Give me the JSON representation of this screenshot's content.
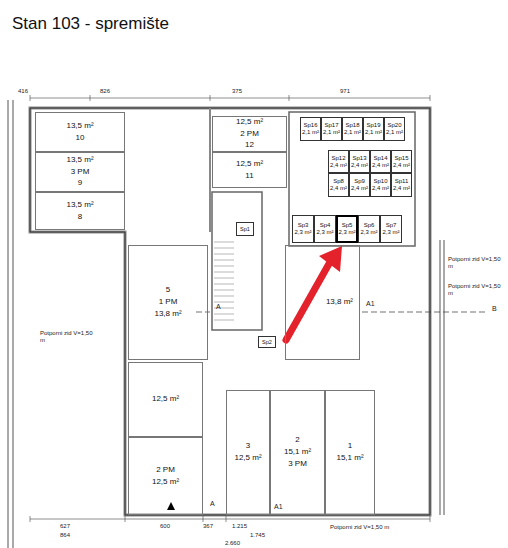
{
  "diagram": {
    "title": "Stan 103 - spremište",
    "nodes": [
      {
        "text": [
          "13,5 m²",
          "10"
        ]
      },
      {
        "text": [
          "13,5 m²",
          "3 PM",
          "9"
        ]
      },
      {
        "text": [
          "13,5 m²",
          "8"
        ]
      },
      {
        "text": [
          "12,5 m²",
          "2 PM",
          "12"
        ]
      },
      {
        "text": [
          "12,5 m²",
          "11"
        ]
      },
      {
        "text": [
          "Sp16",
          "2,1 m²"
        ]
      },
      {
        "text": [
          "Sp17",
          "2,1 m²"
        ]
      },
      {
        "text": [
          "Sp18",
          "2,1 m²"
        ]
      },
      {
        "text": [
          "Sp19",
          "2,1 m²"
        ]
      },
      {
        "text": [
          "Sp20",
          "2,1 m²"
        ]
      },
      {
        "text": [
          "Sp12",
          "2,4 m²"
        ]
      },
      {
        "text": [
          "Sp13",
          "2,4 m²"
        ]
      },
      {
        "text": [
          "Sp14",
          "2,4 m²"
        ]
      },
      {
        "text": [
          "Sp15",
          "2,4 m²"
        ]
      },
      {
        "text": [
          "Sp8",
          "2,4 m²"
        ]
      },
      {
        "text": [
          "Sp9",
          "2,4 m²"
        ]
      },
      {
        "text": [
          "Sp10",
          "2,4 m²"
        ]
      },
      {
        "text": [
          "Sp11",
          "2,4 m²"
        ]
      },
      {
        "text": [
          "Sp3",
          "2,3 m²"
        ]
      },
      {
        "text": [
          "Sp4",
          "2,3 m²"
        ]
      },
      {
        "text": [
          "Sp5",
          "2,3 m²"
        ]
      },
      {
        "text": [
          "Sp6",
          "2,3 m²"
        ]
      },
      {
        "text": [
          "Sp7",
          "2,3 m²"
        ]
      },
      {
        "text": [
          "Sp1"
        ]
      },
      {
        "text": [
          "Sp2"
        ]
      },
      {
        "text": [
          "5",
          "1 PM",
          "13,8 m²"
        ]
      },
      {
        "text": [
          "13,8 m²"
        ]
      },
      {
        "text": [
          "12,5 m²"
        ]
      },
      {
        "text": [
          "2 PM",
          "12,5 m²"
        ]
      },
      {
        "text": [
          "3",
          "12,5 m²"
        ]
      },
      {
        "text": [
          "2",
          "15,1 m²",
          "3 PM"
        ]
      },
      {
        "text": [
          "1",
          "15,1 m²"
        ]
      }
    ],
    "labels": [
      "416",
      "826",
      "375",
      "971",
      "Potporni zid V=1,50 m",
      "Potporni zid V=1,50 m",
      "Potporni zid V=1,50 m",
      "Potporni zid V=1,50 m",
      "A",
      "A1",
      "B",
      "A",
      "A1",
      "627",
      "600",
      "367",
      "1.215",
      "864",
      "1.745",
      "2.660"
    ]
  }
}
